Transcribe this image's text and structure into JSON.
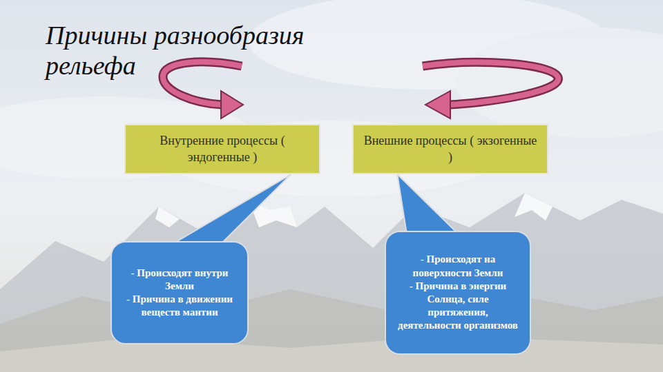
{
  "diagram": {
    "title": "Причины разнообразия рельефа",
    "nodes": [
      {
        "text": [
          "Внутренние процессы ( эндогенные )"
        ]
      },
      {
        "text": [
          "Внешние процессы ( экзогенные )"
        ]
      },
      {
        "text": [
          "- Происходят внутри Земли",
          "- Причина в движении веществ мантии"
        ]
      },
      {
        "text": [
          "- Происходят на поверхности Земли",
          "- Причина в энергии Солнца, силе притяжения, деятельности организмов"
        ]
      }
    ],
    "edges": [
      {
        "from": 2,
        "to": 0,
        "arrow": "none"
      },
      {
        "from": 3,
        "to": 1,
        "arrow": "none"
      }
    ]
  }
}
